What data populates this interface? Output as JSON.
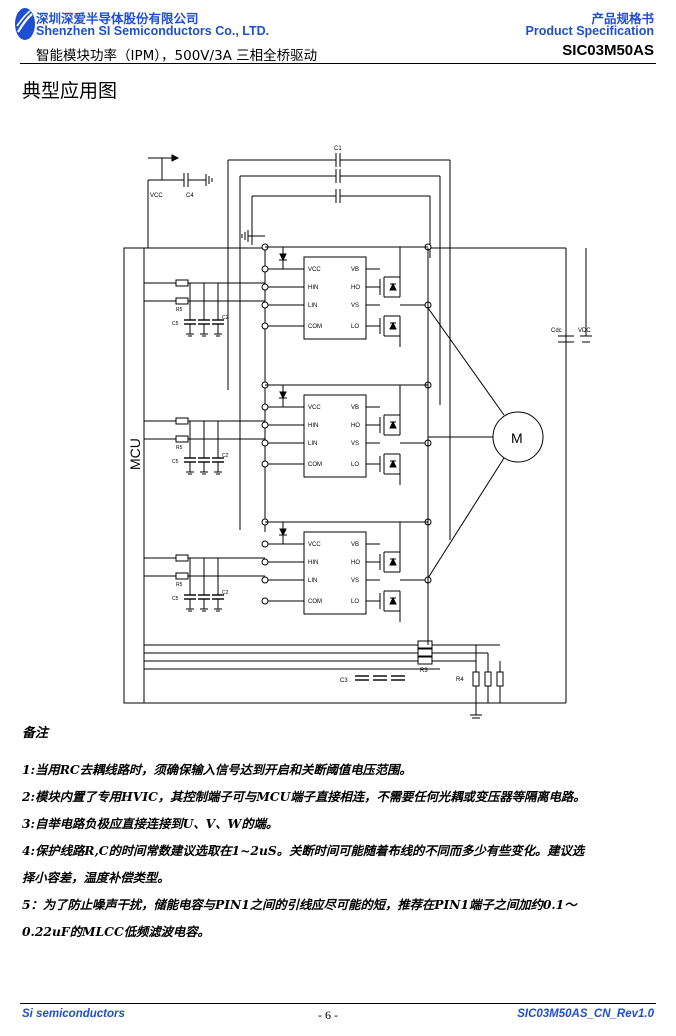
{
  "header": {
    "company_cn": "深圳深爱半导体股份有限公司",
    "company_en": "Shenzhen SI Semiconductors Co., LTD.",
    "doc_type_cn": "产品规格书",
    "doc_type_en": "Product Specification",
    "product_desc": "智能模块功率（IPM），500V/3A 三相全桥驱动",
    "part_number": "SIC03M50AS",
    "brand_color": "#1f4fd1"
  },
  "section_title": "典型应用图",
  "diagram": {
    "mcu_label": "MCU",
    "motor_label": "M",
    "vcc_label": "VCC",
    "c1_label": "C1",
    "c4_label": "C4",
    "c3_label": "C3",
    "r3_label": "R3",
    "r4_label": "R4",
    "cdc_label": "Cdc",
    "vdc_label": "VDC",
    "r5_label": "R5",
    "c5_label": "C5",
    "c2_label": "C2",
    "pins_left": [
      "VCC",
      "HIN",
      "LIN",
      "COM"
    ],
    "pins_right": [
      "VB",
      "HO",
      "VS",
      "LO"
    ]
  },
  "notes": {
    "title": "备注",
    "lines": [
      "1:当用RC去耦线路时，须确保输入信号达到开启和关断阈值电压范围。",
      "2:模块内置了专用HVIC，其控制端子可与MCU端子直接相连，不需要任何光耦或变压器等隔离电路。",
      "3:自举电路负极应直接连接到U、V、W的端。",
      "4:保护线路R,C的时间常数建议选取在1~2uS。关断时间可能随着布线的不同而多少有些变化。建议选",
      "择小容差，温度补偿类型。",
      "5：为了防止噪声干扰，储能电容与PIN1之间的引线应尽可能的短，推荐在PIN1端子之间加约0.1～",
      "0.22uF的MLCC低频滤波电容。"
    ]
  },
  "footer": {
    "left": "Si semiconductors",
    "page": "- 6 -",
    "right": "SIC03M50AS_CN_Rev1.0"
  }
}
